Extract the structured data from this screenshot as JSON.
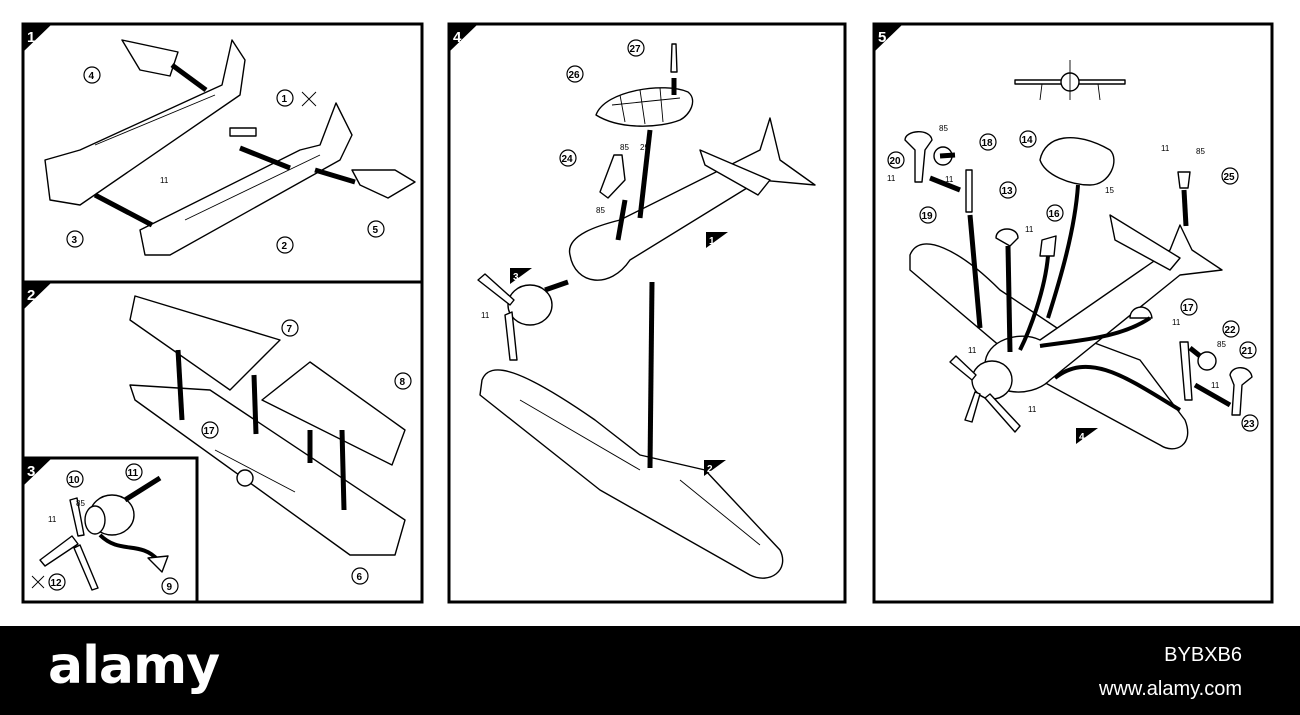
{
  "panels": [
    {
      "step": "1",
      "callouts": [
        "4",
        "1",
        "3",
        "2",
        "5"
      ],
      "small_labels": [
        "11"
      ]
    },
    {
      "step": "2",
      "callouts": [
        "7",
        "8",
        "17",
        "6"
      ]
    },
    {
      "step": "3",
      "callouts": [
        "11",
        "10",
        "12",
        "9"
      ],
      "small_labels": [
        "85",
        "11"
      ]
    },
    {
      "step": "4",
      "callouts": [
        "27",
        "26",
        "24"
      ],
      "small_labels": [
        "85",
        "29",
        "85",
        "11"
      ],
      "sub_badges": [
        "1",
        "3",
        "2"
      ]
    },
    {
      "step": "5",
      "callouts": [
        "18",
        "20",
        "13",
        "14",
        "16",
        "19",
        "25",
        "17",
        "22",
        "21",
        "23"
      ],
      "small_labels": [
        "85",
        "11",
        "11",
        "15",
        "11",
        "85",
        "11",
        "11",
        "85",
        "11",
        "11",
        "11"
      ],
      "sub_badges": [
        "4"
      ]
    }
  ],
  "footer": {
    "brand": "alamy",
    "image_id": "BYBXB6",
    "site": "www.alamy.com"
  }
}
